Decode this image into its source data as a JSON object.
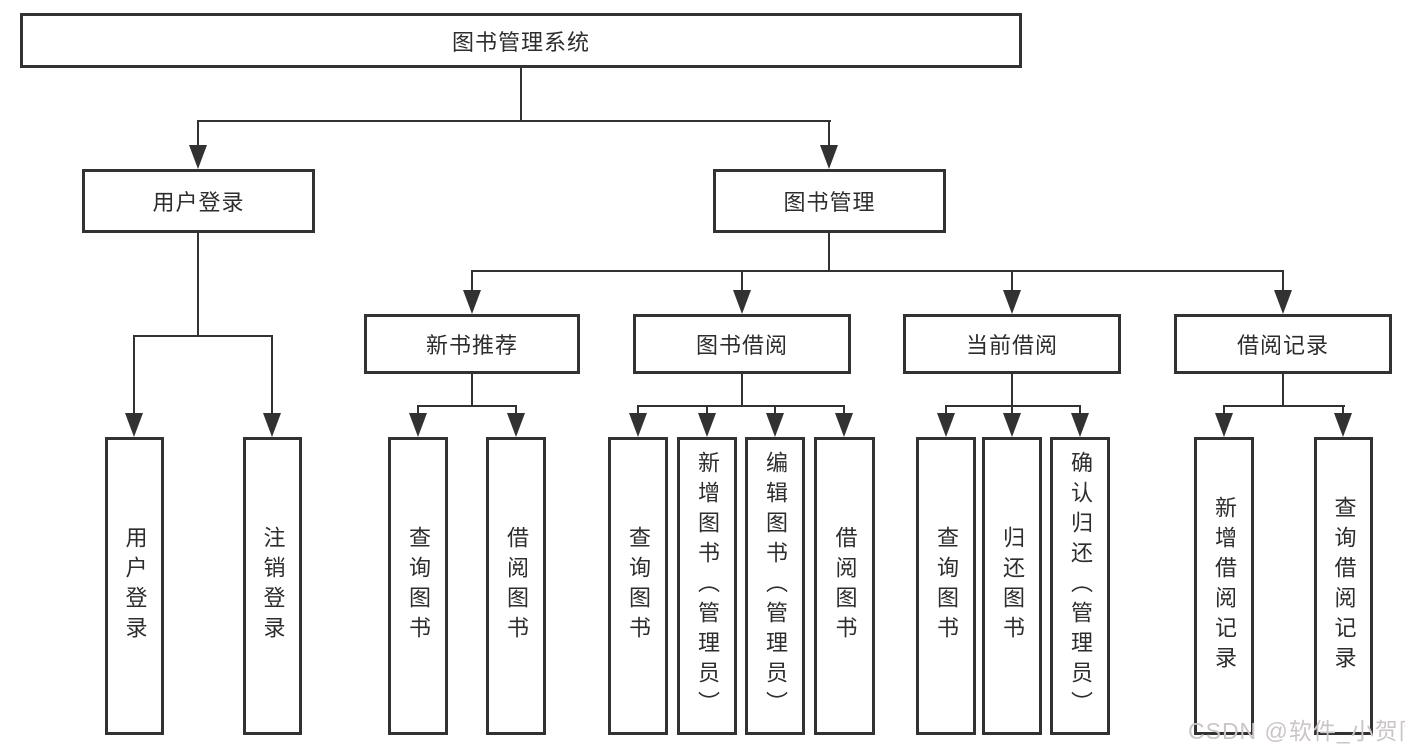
{
  "diagram": {
    "root": {
      "label": "图书管理系统"
    },
    "branches": [
      {
        "label": "用户登录",
        "children": [
          "用户登录",
          "注销登录"
        ]
      },
      {
        "label": "图书管理",
        "children": [
          {
            "label": "新书推荐",
            "children": [
              "查询图书",
              "借阅图书"
            ]
          },
          {
            "label": "图书借阅",
            "children": [
              "查询图书",
              "新增图书（管理员）",
              "编辑图书（管理员）",
              "借阅图书"
            ]
          },
          {
            "label": "当前借阅",
            "children": [
              "查询图书",
              "归还图书",
              "确认归还（管理员）"
            ]
          },
          {
            "label": "借阅记录",
            "children": [
              "新增借阅记录",
              "查询借阅记录"
            ]
          }
        ]
      }
    ]
  },
  "watermark": {
    "text": "CSDN @软件_小贺同学"
  },
  "colors": {
    "line": "#323232",
    "text": "#2d2d2d",
    "watermark": "#cbc5c7",
    "background": "#ffffff"
  }
}
